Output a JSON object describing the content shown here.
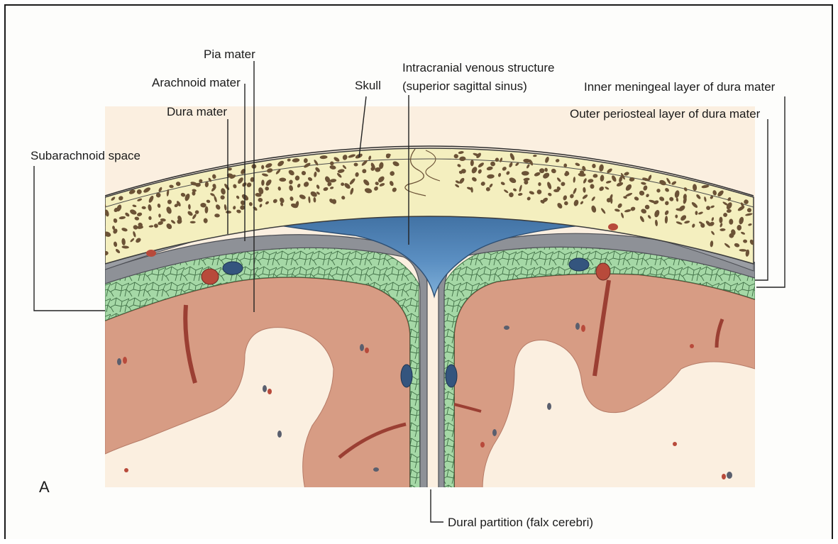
{
  "labels": {
    "pia_mater": "Pia mater",
    "arachnoid_mater": "Arachnoid mater",
    "dura_mater": "Dura mater",
    "subarachnoid_space": "Subarachnoid space",
    "skull": "Skull",
    "venous_line1": "Intracranial venous structure",
    "venous_line2": "(superior sagittal sinus)",
    "inner_meningeal": "Inner meningeal layer of dura mater",
    "outer_periosteal": "Outer periosteal layer of dura mater",
    "dural_partition": "Dural partition (falx cerebri)",
    "figure_letter": "A"
  },
  "colors": {
    "skull_fill": "#f3efbf",
    "bone_speckle": "#6b5236",
    "dura": "#8a8d93",
    "sinus": "#4a79a8",
    "arachnoid_green": "#9fd4a2",
    "cortex": "#d69c86",
    "white_matter": "#fbf0e3",
    "vessel_red": "#b0473a"
  }
}
